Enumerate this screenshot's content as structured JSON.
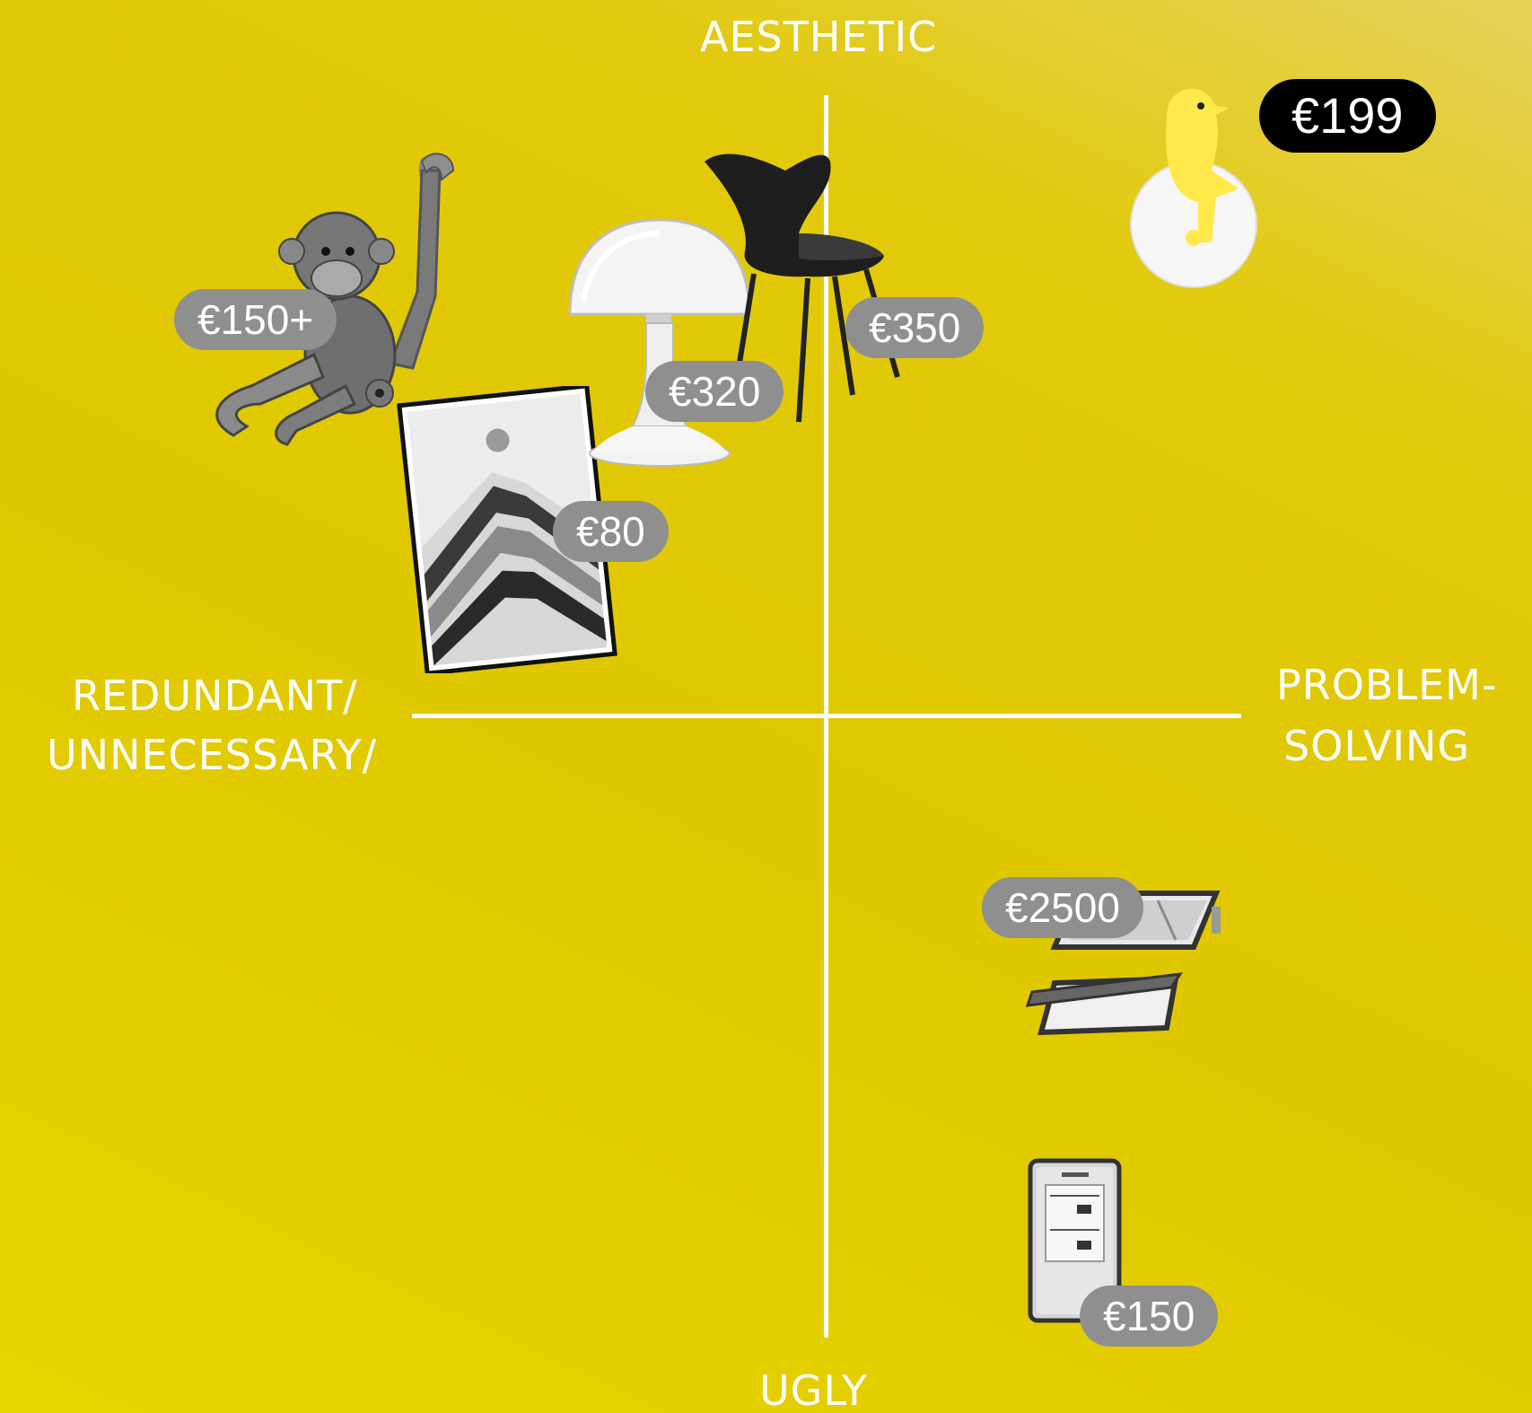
{
  "axes": {
    "top": "AESTHETIC",
    "bottom": "UGLY",
    "left_line1": "REDUNDANT/",
    "left_line2": "UNNECESSARY/",
    "right_line1": "PROBLEM-",
    "right_line2": "SOLVING"
  },
  "items": {
    "monkey": {
      "icon": "wooden-monkey-icon",
      "price": "€150+"
    },
    "lamp": {
      "icon": "mushroom-lamp-icon",
      "price": "€320"
    },
    "chair": {
      "icon": "black-chair-icon",
      "price": "€350"
    },
    "bird": {
      "icon": "yellow-bird-clock-icon",
      "price": "€199",
      "color": "#ffe94a"
    },
    "poster": {
      "icon": "mountain-poster-icon",
      "price": "€80"
    },
    "skylight": {
      "icon": "skylight-window-icon",
      "price": "€2500"
    },
    "thermostat": {
      "icon": "thermostat-icon",
      "price": "€150"
    }
  },
  "colors": {
    "background": "#e2c90b",
    "axis": "#ffffff",
    "price_tag": "#8f8f8f",
    "price_tag_highlight": "#000000"
  }
}
